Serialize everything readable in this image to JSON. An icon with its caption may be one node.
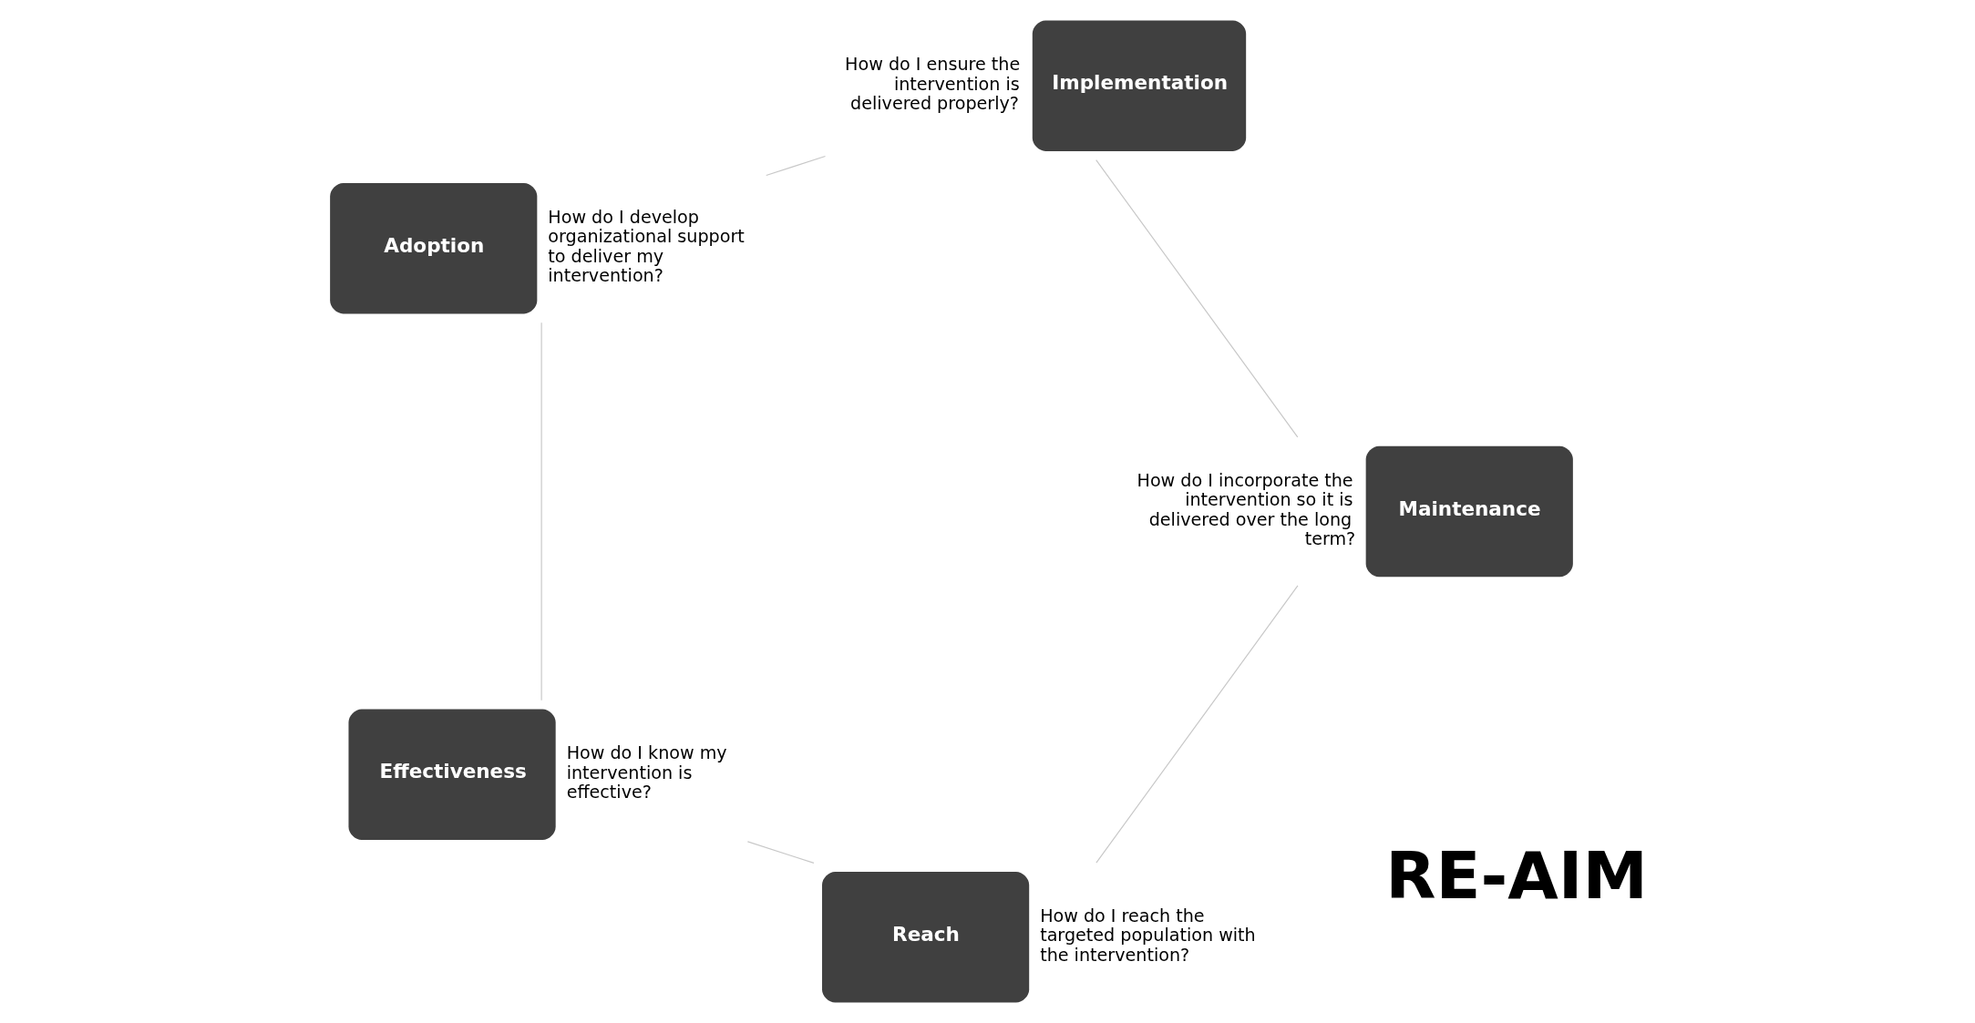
{
  "diagram": {
    "nodes": [
      {
        "text": [
          "Reach"
        ],
        "beside": [
          "How do I reach the targeted population with the intervention?"
        ]
      },
      {
        "text": [
          "Effectiveness"
        ],
        "beside": [
          "How do I know my intervention is effective?"
        ]
      },
      {
        "text": [
          "Adoption"
        ],
        "beside": [
          "How do I develop organizational support to deliver my intervention?"
        ]
      },
      {
        "text": [
          "Implementation"
        ],
        "beside": [
          "How do I ensure the intervention is delivered properly?"
        ]
      },
      {
        "text": [
          "Maintenance"
        ],
        "beside": [
          "How do I incorporate the intervention so it is delivered over the long term?"
        ]
      }
    ],
    "edges": [
      {
        "from": 0,
        "to": 1,
        "arrow": "none"
      },
      {
        "from": 1,
        "to": 2,
        "arrow": "none"
      },
      {
        "from": 2,
        "to": 3,
        "arrow": "none"
      },
      {
        "from": 3,
        "to": 4,
        "arrow": "none"
      },
      {
        "from": 4,
        "to": 0,
        "arrow": "none"
      }
    ],
    "labels": [
      "RE-AIM"
    ]
  }
}
